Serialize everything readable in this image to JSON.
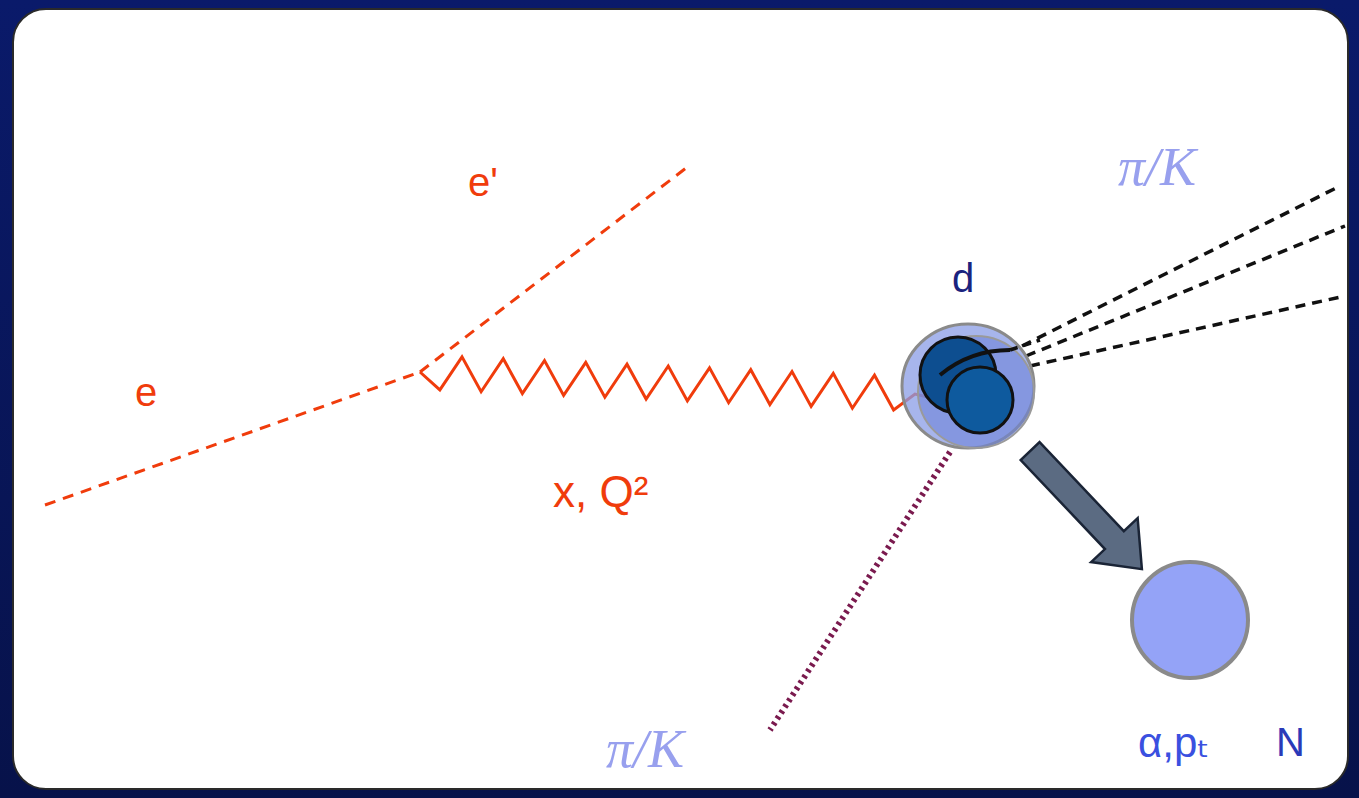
{
  "diagram": {
    "nodes": [
      {
        "text": [
          "d"
        ]
      },
      {
        "text": [
          "N"
        ]
      }
    ],
    "edges": [
      {
        "from": 0,
        "to": 1,
        "arrow": "to"
      }
    ],
    "labels": [
      "e",
      "e'",
      "x, Q²",
      "π/K",
      "π/K",
      "α,pₜ"
    ]
  }
}
